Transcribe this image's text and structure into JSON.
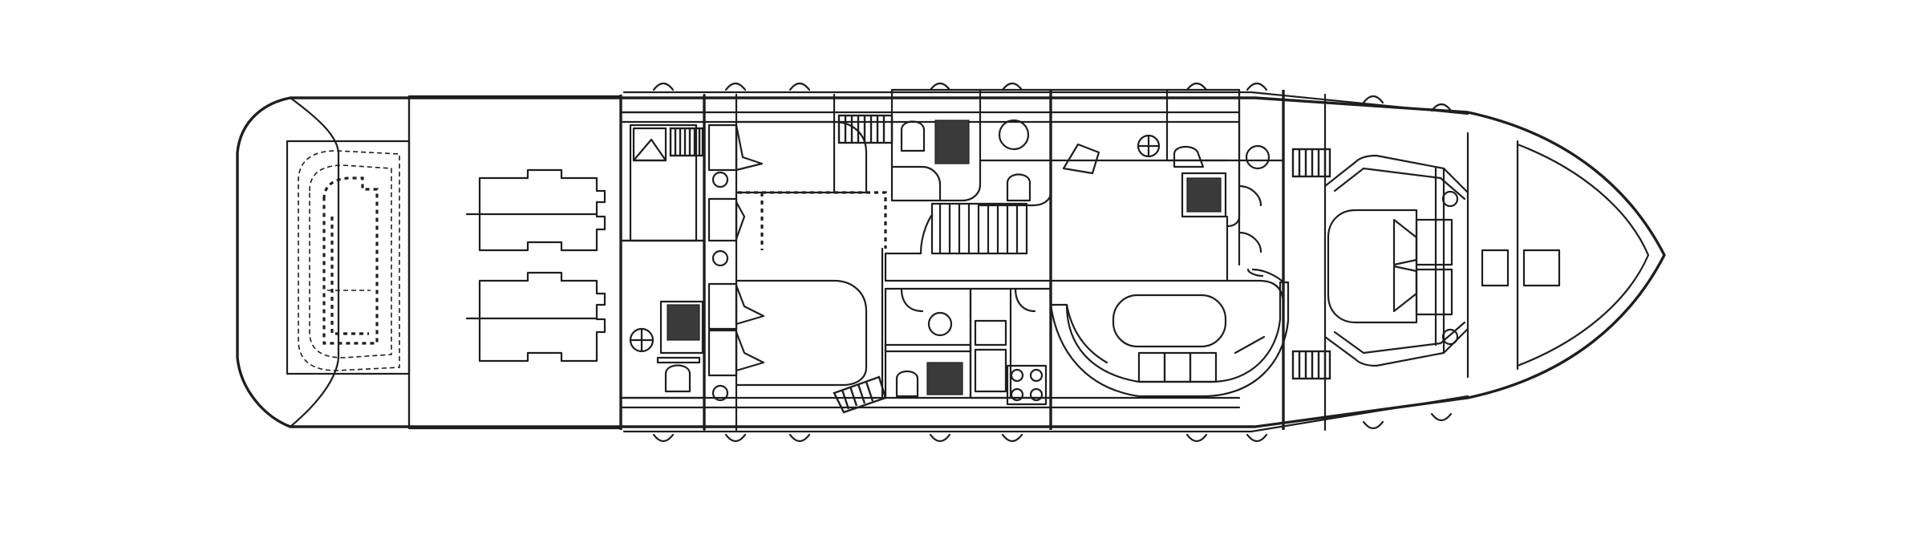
{
  "diagram": {
    "kind": "yacht-deck-plan",
    "view": "top-down",
    "orientation": "bow-right",
    "colors": {
      "line": "#1e1e1e",
      "background": "#ffffff",
      "hatch_fill": "#3a3a3a"
    },
    "icons": [
      "tender-icon",
      "engine-icon",
      "bed-icon",
      "toilet-icon",
      "sink-icon",
      "shower-icon",
      "staircase-icon",
      "stove-icon",
      "sofa-icon",
      "table-icon",
      "fender-icon",
      "hatch-icon"
    ]
  }
}
